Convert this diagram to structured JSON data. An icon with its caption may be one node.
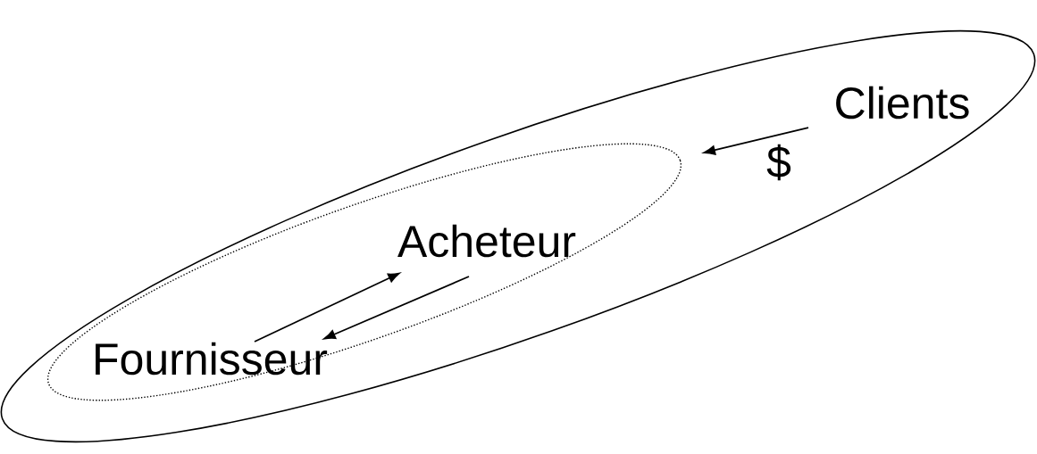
{
  "diagram": {
    "nodes": [
      {
        "text": [],
        "shape": "ellipse"
      },
      {
        "text": [],
        "shape": "ellipse",
        "in": 0
      },
      {
        "text": [
          "Clients"
        ],
        "in": 0
      },
      {
        "text": [
          "Acheteur"
        ],
        "in": 1
      },
      {
        "text": [
          "Fournisseur"
        ],
        "in": 1
      }
    ],
    "edges": [
      {
        "from": 2,
        "to": 1,
        "arrow": "to",
        "label": "$"
      },
      {
        "from": 4,
        "to": 3,
        "arrow": "to"
      },
      {
        "from": 3,
        "to": 4,
        "arrow": "to"
      }
    ]
  }
}
